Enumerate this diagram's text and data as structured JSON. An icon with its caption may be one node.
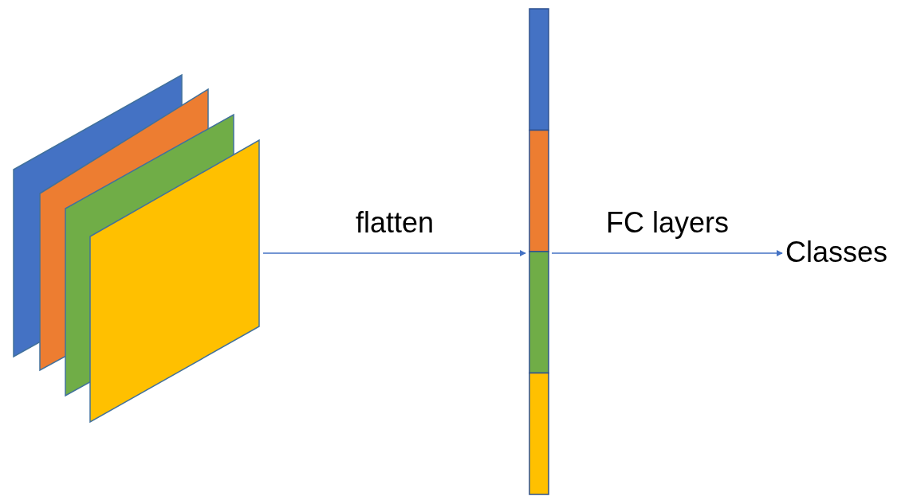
{
  "diagram": {
    "nodes": [
      {
        "text": [],
        "shape": "box"
      },
      {
        "text": [],
        "shape": "bar"
      },
      {
        "text": [
          "Classes"
        ]
      }
    ],
    "edges": [
      {
        "from": 0,
        "to": 1,
        "arrow": "to",
        "label": "flatten"
      },
      {
        "from": 1,
        "to": 2,
        "arrow": "to",
        "label": "FC layers"
      }
    ]
  }
}
